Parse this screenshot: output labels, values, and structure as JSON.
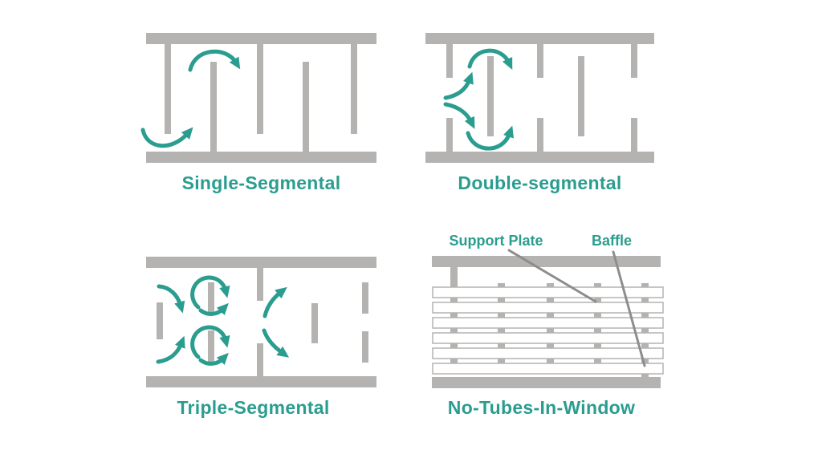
{
  "colors": {
    "teal": "#2a9d8f",
    "gray": "#b4b3b1",
    "leader": "#8d8d8d",
    "white": "#ffffff",
    "background": "#ffffff"
  },
  "panels": [
    {
      "id": "single-segmental",
      "title": "Single-Segmental"
    },
    {
      "id": "double-segmental",
      "title": "Double-segmental"
    },
    {
      "id": "triple-segmental",
      "title": "Triple-Segmental"
    },
    {
      "id": "no-tubes-in-window",
      "title": "No-Tubes-In-Window",
      "annotations": [
        {
          "label": "Support Plate"
        },
        {
          "label": "Baffle"
        }
      ]
    }
  ]
}
